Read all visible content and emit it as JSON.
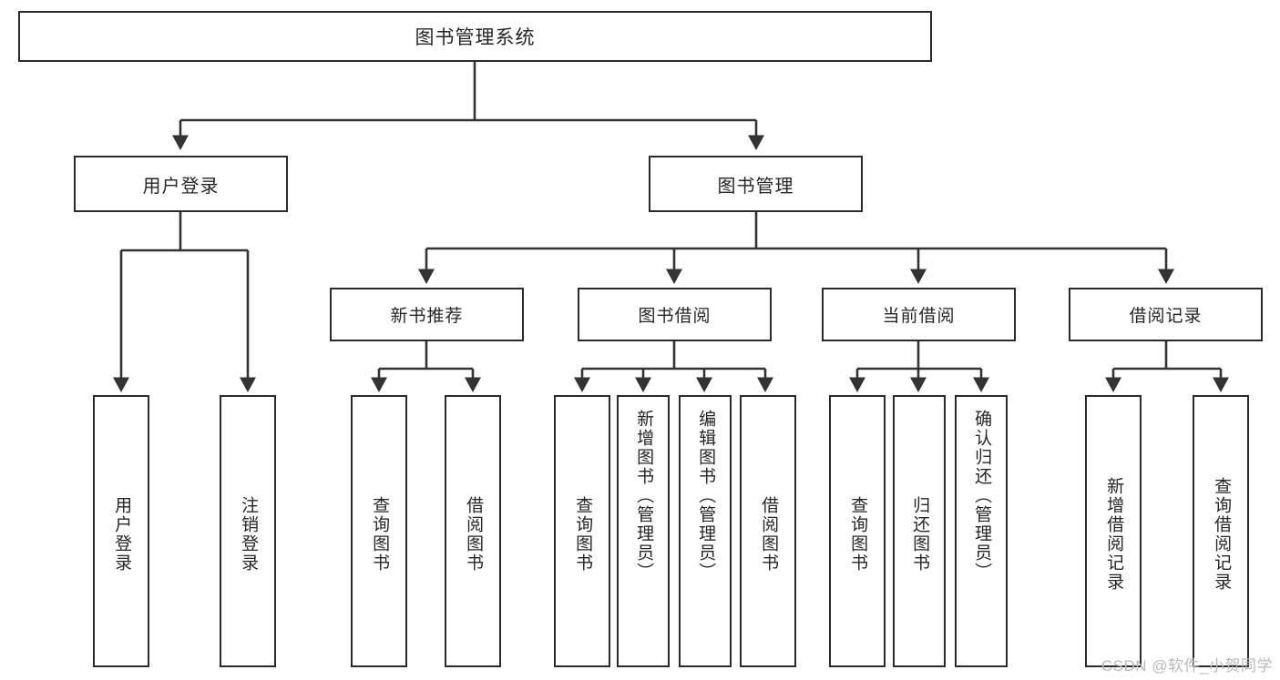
{
  "diagram": {
    "title": "图书管理系统",
    "type": "tree",
    "watermark": "CSDN @软件_小贺同学",
    "colors": {
      "box_border": "#2b2b2b",
      "box_fill": "#ffffff",
      "edge": "#333333",
      "text": "#262626",
      "watermark": "#b9b9b9",
      "background": "#ffffff"
    },
    "nodes": {
      "root": {
        "label": "图书管理系统"
      },
      "level2": [
        {
          "id": "user-login",
          "label": "用户登录"
        },
        {
          "id": "book-manage",
          "label": "图书管理"
        }
      ],
      "level3": [
        {
          "id": "new-book-recommend",
          "label": "新书推荐",
          "parent": "book-manage"
        },
        {
          "id": "book-borrow",
          "label": "图书借阅",
          "parent": "book-manage"
        },
        {
          "id": "current-borrow",
          "label": "当前借阅",
          "parent": "book-manage"
        },
        {
          "id": "borrow-record",
          "label": "借阅记录",
          "parent": "book-manage"
        }
      ],
      "leaves": [
        {
          "id": "leaf-user-login",
          "label": "用户登录",
          "parent": "user-login"
        },
        {
          "id": "leaf-user-logout",
          "label": "注销登录",
          "parent": "user-login"
        },
        {
          "id": "leaf-query-book-1",
          "label": "查询图书",
          "parent": "new-book-recommend"
        },
        {
          "id": "leaf-borrow-book-1",
          "label": "借阅图书",
          "parent": "new-book-recommend"
        },
        {
          "id": "leaf-query-book-2",
          "label": "查询图书",
          "parent": "book-borrow"
        },
        {
          "id": "leaf-add-book",
          "label": "新增图书（管理员）",
          "parent": "book-borrow"
        },
        {
          "id": "leaf-edit-book",
          "label": "编辑图书（管理员）",
          "parent": "book-borrow"
        },
        {
          "id": "leaf-borrow-book-2",
          "label": "借阅图书",
          "parent": "book-borrow"
        },
        {
          "id": "leaf-query-book-3",
          "label": "查询图书",
          "parent": "current-borrow"
        },
        {
          "id": "leaf-return-book",
          "label": "归还图书",
          "parent": "current-borrow"
        },
        {
          "id": "leaf-confirm-return",
          "label": "确认归还（管理员）",
          "parent": "current-borrow"
        },
        {
          "id": "leaf-add-record",
          "label": "新增借阅记录",
          "parent": "borrow-record"
        },
        {
          "id": "leaf-query-record",
          "label": "查询借阅记录",
          "parent": "borrow-record"
        }
      ]
    }
  }
}
